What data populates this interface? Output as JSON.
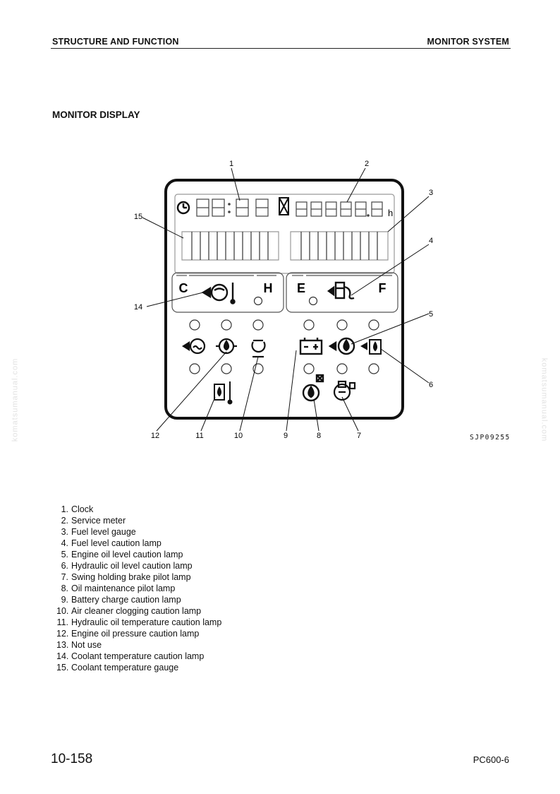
{
  "header": {
    "left": "STRUCTURE AND FUNCTION",
    "right": "MONITOR SYSTEM"
  },
  "section_title": "MONITOR DISPLAY",
  "watermark": "komatsumanual.com",
  "figure": {
    "code": "SJP09255",
    "callouts": [
      "1",
      "2",
      "3",
      "4",
      "5",
      "6",
      "7",
      "8",
      "9",
      "10",
      "11",
      "12",
      "14",
      "15"
    ],
    "gauge_left": {
      "low": "C",
      "high": "H"
    },
    "gauge_right": {
      "low": "E",
      "high": "F"
    },
    "hour_unit": "h"
  },
  "legend": [
    {
      "num": "1.",
      "text": "Clock"
    },
    {
      "num": "2.",
      "text": "Service meter"
    },
    {
      "num": "3.",
      "text": "Fuel level gauge"
    },
    {
      "num": "4.",
      "text": "Fuel level caution lamp"
    },
    {
      "num": "5.",
      "text": "Engine oil level caution lamp"
    },
    {
      "num": "6.",
      "text": "Hydraulic oil level caution lamp"
    },
    {
      "num": "7.",
      "text": "Swing holding brake pilot lamp"
    },
    {
      "num": "8.",
      "text": "Oil maintenance pilot lamp"
    },
    {
      "num": "9.",
      "text": "Battery charge caution lamp"
    },
    {
      "num": "10.",
      "text": "Air cleaner clogging caution lamp"
    },
    {
      "num": "11.",
      "text": "Hydraulic oil temperature caution lamp"
    },
    {
      "num": "12.",
      "text": "Engine oil pressure caution lamp"
    },
    {
      "num": "13.",
      "text": "Not use"
    },
    {
      "num": "14.",
      "text": "Coolant temperature caution lamp"
    },
    {
      "num": "15.",
      "text": "Coolant temperature gauge"
    }
  ],
  "footer": {
    "page": "10-158",
    "model": "PC600-6"
  }
}
